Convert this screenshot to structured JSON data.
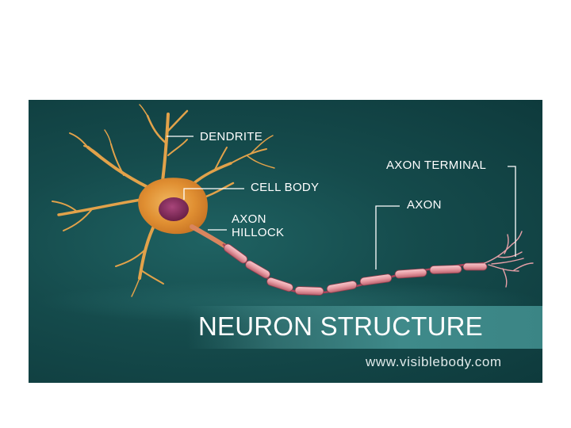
{
  "labels": {
    "dendrite": "DENDRITE",
    "cell_body": "CELL BODY",
    "axon_hillock_line1": "AXON",
    "axon_hillock_line2": "HILLOCK",
    "axon_terminal": "AXON TERMINAL",
    "axon": "AXON"
  },
  "title": "NEURON STRUCTURE",
  "url": "www.visiblebody.com",
  "colors": {
    "panel_background": "#154b4c",
    "title_band": "#3f8a8a",
    "label_text": "#ffffff",
    "leader_lines": "#ffffff",
    "cell_body": "#e39a3a",
    "nucleus": "#8a2f5e",
    "myelin_sheath": "#e7a0a8"
  },
  "icons": {
    "neuron_illustration": "neuron-illustration"
  }
}
